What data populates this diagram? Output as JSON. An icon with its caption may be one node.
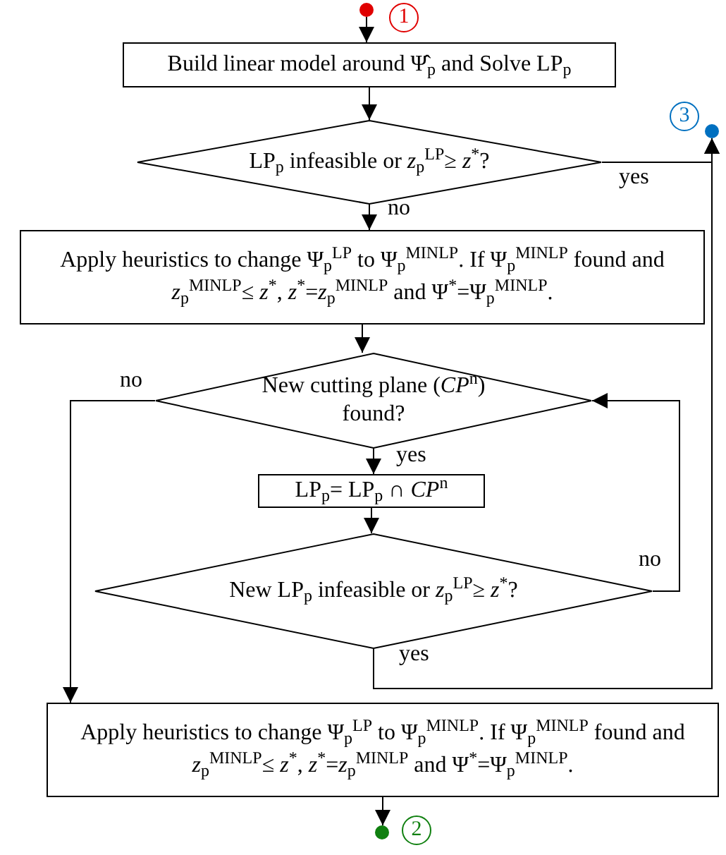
{
  "diagram": {
    "nodes": [
      {
        "text": [],
        "shape": "circle",
        "beside": [
          "1"
        ]
      },
      {
        "text": [
          "Build linear model around Ψ̂$_{p}$ and Solve LP$_{p}$"
        ]
      },
      {
        "text": [
          "LP$_{p}$ infeasible or *z*$_{p}$$^{LP}$≥ *z*$^{*}$?"
        ]
      },
      {
        "text": [],
        "shape": "circle",
        "beside": [
          "3"
        ]
      },
      {
        "text": [
          "Apply heuristics to change Ψ$_{p}$$^{LP}$ to Ψ$_{p}$$^{MINLP}$. If Ψ$_{p}$$^{MINLP}$ found and *z*$_{p}$$^{MINLP}$≤ *z*$^{*}$, *z*$^{*}$=*z*$_{p}$$^{MINLP}$ and Ψ$^{*}$=Ψ$_{p}$$^{MINLP}$."
        ]
      },
      {
        "text": [
          "New cutting plane (*CP*$^{n}$) found?"
        ]
      },
      {
        "text": [
          "LP$_{p}$= LP$_{p}$ ∩ *CP*$^{n}$"
        ]
      },
      {
        "text": [
          "New LP$_{p}$ infeasible or *z*$_{p}$$^{LP}$≥ *z*$^{*}$?"
        ]
      },
      {
        "text": [
          "Apply heuristics to change Ψ$_{p}$$^{LP}$ to Ψ$_{p}$$^{MINLP}$. If Ψ$_{p}$$^{MINLP}$ found and *z*$_{p}$$^{MINLP}$≤ *z*$^{*}$, *z*$^{*}$=*z*$_{p}$$^{MINLP}$ and Ψ$^{*}$=Ψ$_{p}$$^{MINLP}$."
        ]
      },
      {
        "text": [],
        "shape": "circle",
        "beside": [
          "2"
        ]
      }
    ],
    "edges": [
      {
        "from": 0,
        "to": 1,
        "arrow": "to"
      },
      {
        "from": 1,
        "to": 2,
        "arrow": "to"
      },
      {
        "from": 2,
        "to": 3,
        "arrow": "to",
        "label": "yes"
      },
      {
        "from": 2,
        "to": 4,
        "arrow": "to",
        "label": "no"
      },
      {
        "from": 4,
        "to": 5,
        "arrow": "to"
      },
      {
        "from": 5,
        "to": 6,
        "arrow": "to",
        "label": "yes"
      },
      {
        "from": 6,
        "to": 7,
        "arrow": "to"
      },
      {
        "from": 7,
        "to": 5,
        "arrow": "to",
        "label": "no"
      },
      {
        "from": 7,
        "to": 3,
        "arrow": "to",
        "label": "yes"
      },
      {
        "from": 5,
        "to": 8,
        "arrow": "to",
        "label": "no"
      },
      {
        "from": 8,
        "to": 9,
        "arrow": "to"
      }
    ]
  }
}
